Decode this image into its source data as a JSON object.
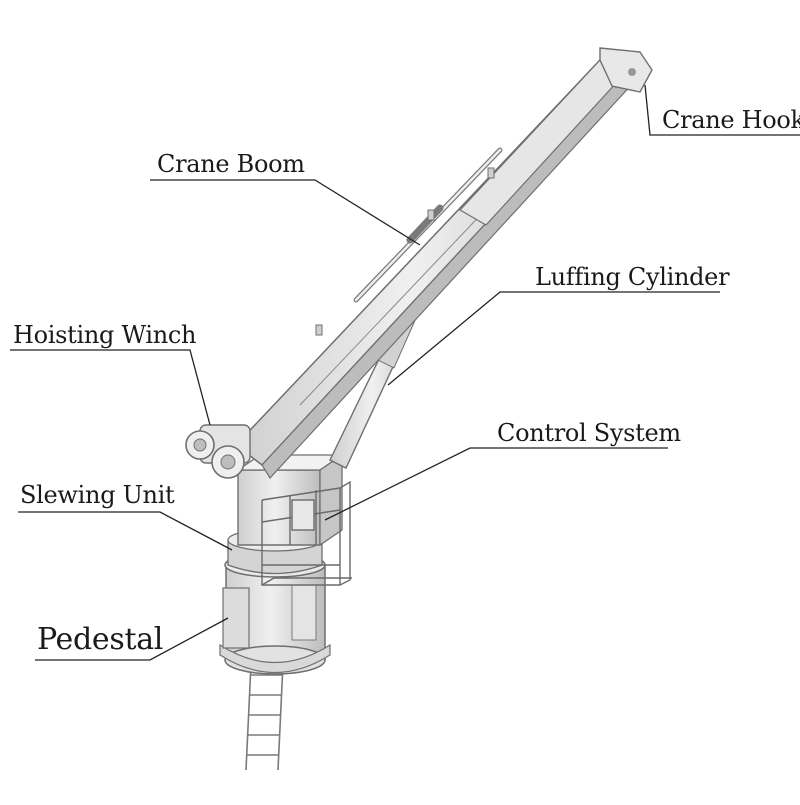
{
  "diagram": {
    "labels": {
      "crane_hook": "Crane Hook",
      "crane_boom": "Crane Boom",
      "luffing_cylinder": "Luffing Cylinder",
      "hoisting_winch": "Hoisting Winch",
      "control_system": "Control System",
      "slewing_unit": "Slewing Unit",
      "pedestal": "Pedestal"
    },
    "colors": {
      "steel_light": "#eeeeee",
      "steel_mid": "#d7d7d7",
      "steel_dark": "#a9a9a9",
      "outline": "#6f6f6f",
      "leader_line": "#222222"
    }
  }
}
